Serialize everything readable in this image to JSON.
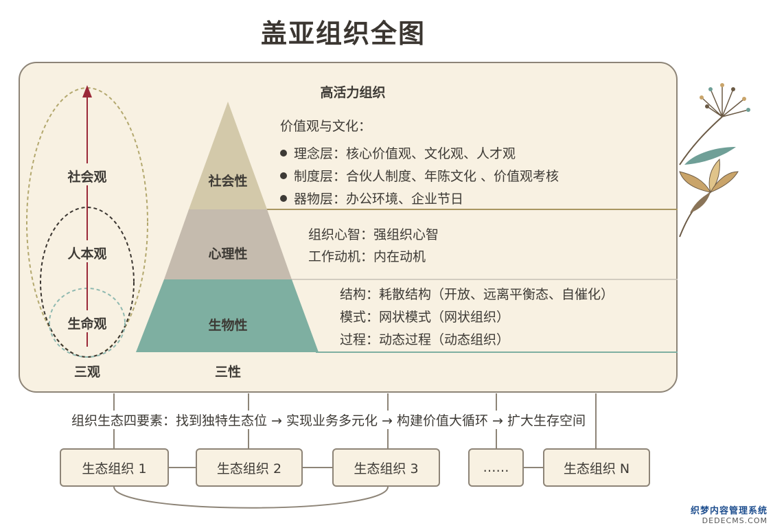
{
  "title": "盖亚组织全图",
  "top_label": "高活力组织",
  "views": {
    "social": "社会观",
    "human": "人本观",
    "life": "生命观",
    "footer": "三观"
  },
  "pyramid": {
    "social": "社会性",
    "psych": "心理性",
    "bio": "生物性",
    "footer": "三性"
  },
  "social_block": {
    "heading": "价值观与文化：",
    "bullets": [
      "理念层：核心价值观、文化观、人才观",
      "制度层：合伙人制度、年陈文化 、价值观考核",
      "器物层：办公环境、企业节日"
    ]
  },
  "psych_block": {
    "lines": [
      "组织心智：强组织心智",
      "工作动机：内在动机"
    ]
  },
  "bio_block": {
    "lines": [
      "结构：耗散结构（开放、远离平衡态、自催化）",
      "模式：网状模式（网状组织）",
      "过程：动态过程（动态组织）"
    ]
  },
  "eco_elements": "组织生态四要素：找到独特生态位 → 实现业务多元化 → 构建价值大循环 → 扩大生存空间",
  "eco_boxes": [
    "生态组织 1",
    "生态组织 2",
    "生态组织 3",
    "……",
    "生态组织 N"
  ],
  "watermark": {
    "line1": "织梦内容管理系统",
    "line2": "DEDECMS.COM"
  },
  "colors": {
    "panel_bg": "#f8f1e2",
    "panel_border": "#8d8477",
    "tier_social": "#d3c9aa",
    "tier_psych": "#c5bbae",
    "tier_bio": "#7eafa1",
    "arrow": "#9a2838",
    "dash_outer": "#b3a86e",
    "dash_mid": "#3a3530",
    "dash_inner": "#8fb9b0",
    "flower": "#c9a46a",
    "leaf": "#6f9f97"
  }
}
